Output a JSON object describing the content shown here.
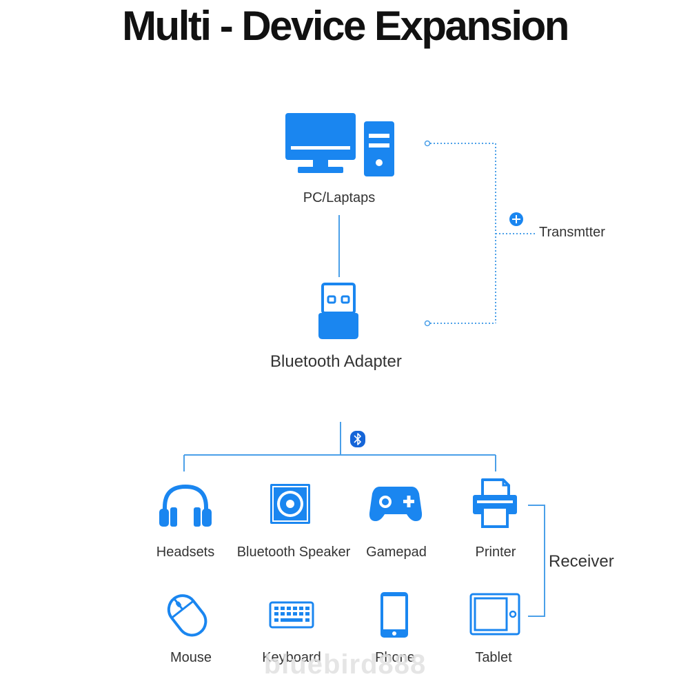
{
  "title": "Multi - Device Expansion",
  "source": {
    "pc_label": "PC/Laptaps",
    "adapter_label": "Bluetooth Adapter",
    "transmitter_label": "Transmtter"
  },
  "devices": {
    "headsets": "Headsets",
    "speaker": "Bluetooth Speaker",
    "gamepad": "Gamepad",
    "printer": "Printer",
    "mouse": "Mouse",
    "keyboard": "Keyboard",
    "phone": "Phone",
    "tablet": "Tablet"
  },
  "receiver_label": "Receiver",
  "watermark": "bluebird888",
  "colors": {
    "accent": "#1a86f0",
    "line": "#4a9fe8",
    "text": "#333333"
  }
}
